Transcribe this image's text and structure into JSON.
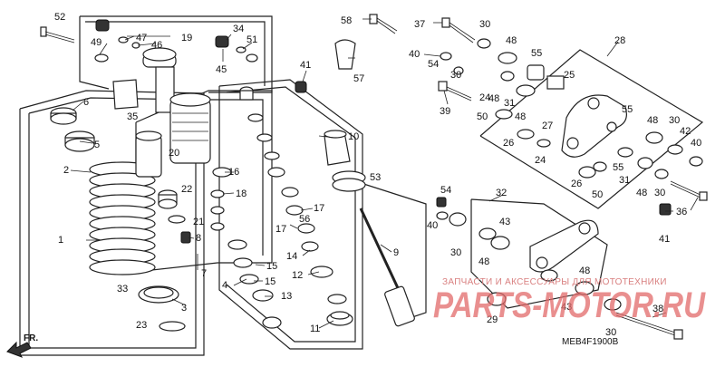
{
  "labels": {
    "p1": "1",
    "p2": "2",
    "p3": "3",
    "p4": "4",
    "p5": "5",
    "p6": "6",
    "p7": "7",
    "p8": "8",
    "p9": "9",
    "p10": "10",
    "p11": "11",
    "p12": "12",
    "p13": "13",
    "p14": "14",
    "p15a": "15",
    "p15b": "15",
    "p16": "16",
    "p17a": "17",
    "p17b": "17",
    "p18": "18",
    "p19": "19",
    "p20": "20",
    "p21": "21",
    "p22": "22",
    "p23": "23",
    "p24a": "24",
    "p24b": "24",
    "p25": "25",
    "p26a": "26",
    "p26b": "26",
    "p27": "27",
    "p28": "28",
    "p29": "29",
    "p30a": "30",
    "p30b": "30",
    "p30c": "30",
    "p30d": "30",
    "p30e": "30",
    "p30f": "30",
    "p31a": "31",
    "p31b": "31",
    "p32": "32",
    "p33": "33",
    "p34": "34",
    "p35": "35",
    "p36": "36",
    "p37": "37",
    "p38": "38",
    "p39": "39",
    "p40a": "40",
    "p40b": "40",
    "p40c": "40",
    "p41a": "41",
    "p41b": "41",
    "p42": "42",
    "p43a": "43",
    "p43b": "43",
    "p45": "45",
    "p46": "46",
    "p47": "47",
    "p48a": "48",
    "p48b": "48",
    "p48c": "48",
    "p48d": "48",
    "p48e": "48",
    "p48f": "48",
    "p48g": "48",
    "p49": "49",
    "p50a": "50",
    "p50b": "50",
    "p51": "51",
    "p52": "52",
    "p53": "53",
    "p54a": "54",
    "p54b": "54",
    "p55a": "55",
    "p55b": "55",
    "p55c": "55",
    "p56": "56",
    "p57": "57",
    "p58": "58"
  },
  "direction_label": "FR.",
  "diagram_code": "MEB4F1900B",
  "watermark": {
    "caption": "ЗАПЧАСТИ И АКСЕССУАРЫ ДЛЯ МОТОТЕХНИКИ",
    "brand": "PARTS-MOTOR.RU"
  }
}
